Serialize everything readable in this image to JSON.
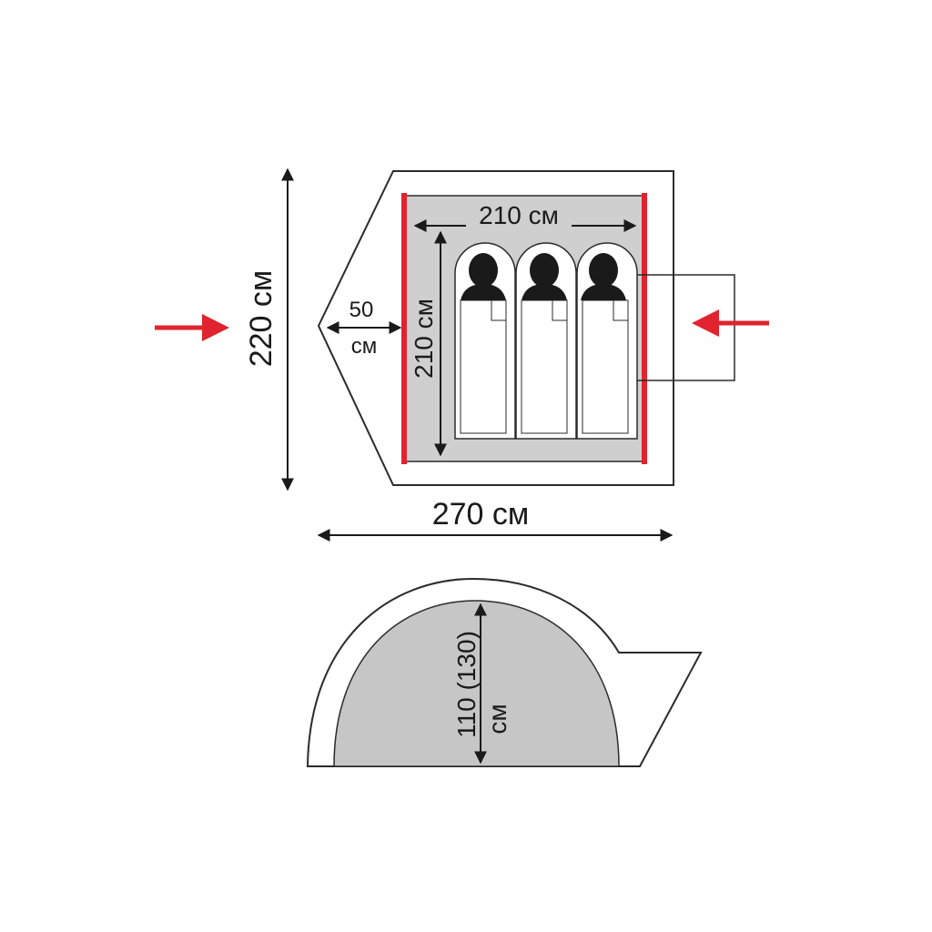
{
  "colors": {
    "outline": "#2b2b2b",
    "floor": "#cfcfcf",
    "door": "#e0232e",
    "arrow": "#e0232e",
    "bag": "#ffffff",
    "dome_inner": "#c6c6c6"
  },
  "top_view": {
    "overall_width_label": "270 см",
    "overall_depth_label": "220 см",
    "inner_width_label": "210 см",
    "inner_depth_label": "210 см",
    "vestibule_value": "50",
    "vestibule_unit": "см",
    "sleepers": 3
  },
  "side_view": {
    "height_value": "110 (130)",
    "height_unit": "см"
  },
  "icons": [
    "person-silhouette-icon",
    "entrance-arrow-icon",
    "dimension-arrow-icon"
  ]
}
